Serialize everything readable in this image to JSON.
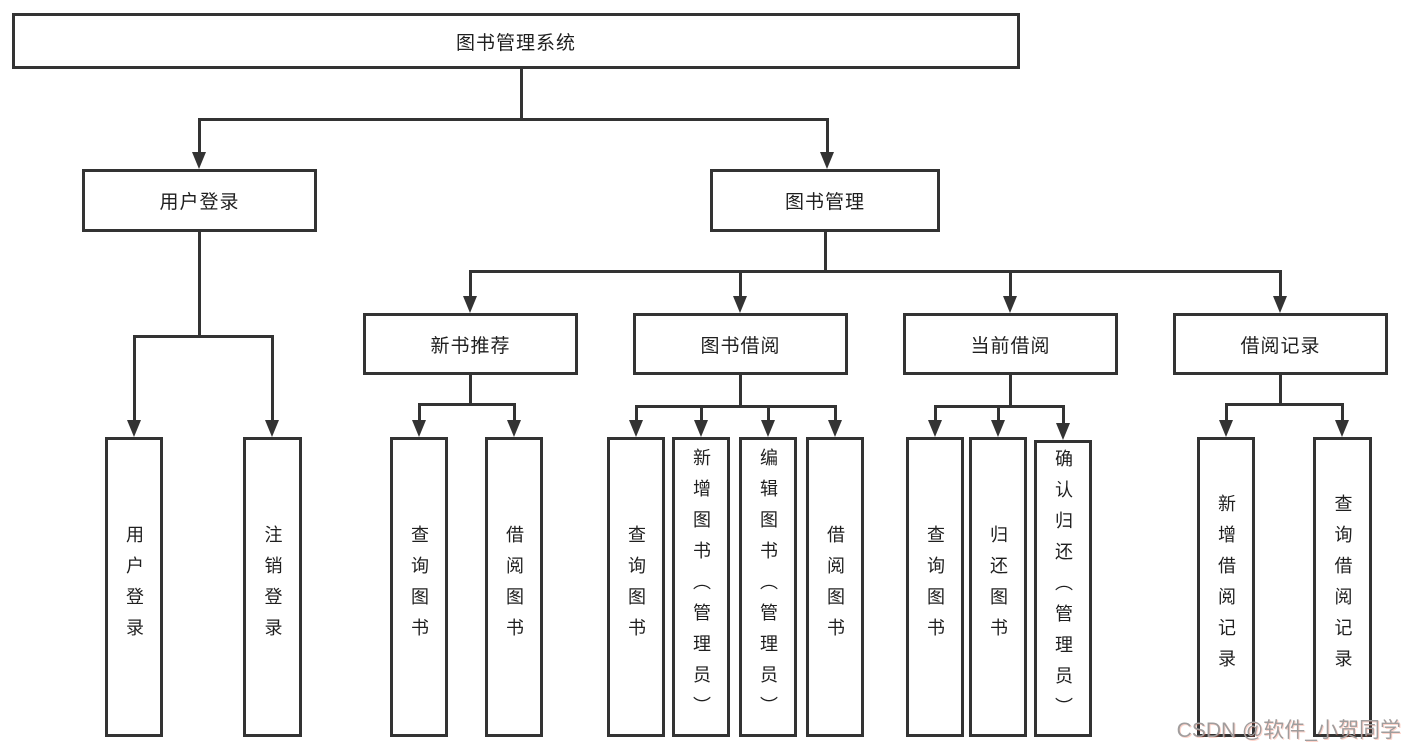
{
  "diagram": {
    "root": "图书管理系统",
    "level2": {
      "user_login": "用户登录",
      "book_mgmt": "图书管理"
    },
    "level3": {
      "new_book": "新书推荐",
      "book_borrow": "图书借阅",
      "current_borrow": "当前借阅",
      "borrow_record": "借阅记录"
    },
    "leaves": {
      "user_login_v": "用户登录",
      "logout": "注销登录",
      "nb_query": "查询图书",
      "nb_borrow": "借阅图书",
      "bb_query": "查询图书",
      "bb_add": "新增图书（管理员）",
      "bb_edit": "编辑图书（管理员）",
      "bb_borrow": "借阅图书",
      "cb_query": "查询图书",
      "cb_return": "归还图书",
      "cb_confirm": "确认归还（管理员）",
      "br_add": "新增借阅记录",
      "br_query": "查询借阅记录"
    }
  },
  "watermark": "CSDN @软件_小贺同学",
  "colors": {
    "line": "#333333",
    "text": "#1f1f1f",
    "watermark": "#a09d9d"
  }
}
